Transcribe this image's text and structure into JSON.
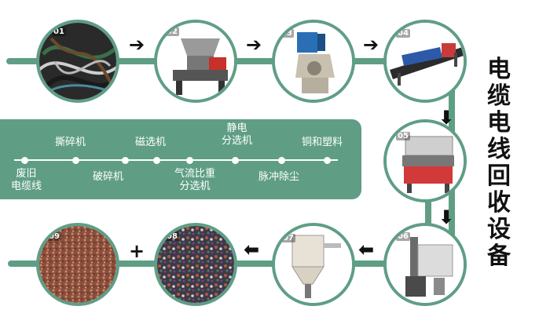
{
  "title": [
    "电",
    "缆",
    "电",
    "线",
    "回",
    "收",
    "设",
    "备"
  ],
  "steps": [
    {
      "num": "01"
    },
    {
      "num": "02"
    },
    {
      "num": "03"
    },
    {
      "num": "04"
    },
    {
      "num": "05"
    },
    {
      "num": "06"
    },
    {
      "num": "07"
    },
    {
      "num": "08"
    },
    {
      "num": "09"
    }
  ],
  "process_labels": {
    "top": [
      "撕碎机",
      "磁选机",
      "静电\n分选机",
      "铜和塑料"
    ],
    "bottom": [
      "废旧\n电缆线",
      "破碎机",
      "气流比重\n分选机",
      "脉冲除尘"
    ]
  },
  "arrows": {
    "right": "➔",
    "down": "⬇",
    "left": "⬅",
    "plus": "+"
  },
  "colors": {
    "accent": "#5f9e85",
    "text_light": "#ffffff",
    "arrow": "#111111"
  }
}
